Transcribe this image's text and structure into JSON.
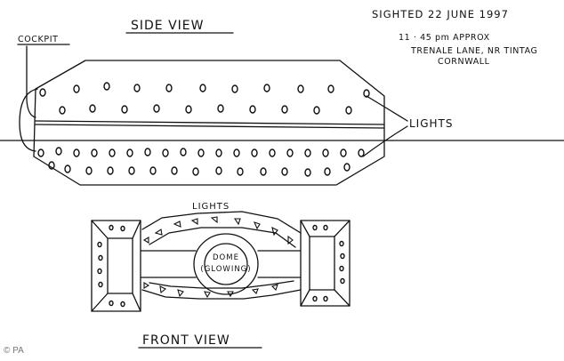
{
  "header": {
    "sighted": "SIGHTED  22 JUNE 1997",
    "time": "11 · 45 pm  APPROX",
    "location_line1": "TRENALE LANE,  NR TINTAG",
    "location_line2": "CORNWALL"
  },
  "side_view": {
    "title": "SIDE  VIEW",
    "cockpit_label": "COCKPIT",
    "lights_label": "LIGHTS"
  },
  "front_view": {
    "title": "FRONT  VIEW",
    "lights_label": "LIGHTS",
    "dome_label_line1": "DOME",
    "dome_label_line2": "(GLOWING)"
  },
  "credit": "© PA",
  "colors": {
    "ink": "#111111",
    "paper": "#ffffff"
  }
}
